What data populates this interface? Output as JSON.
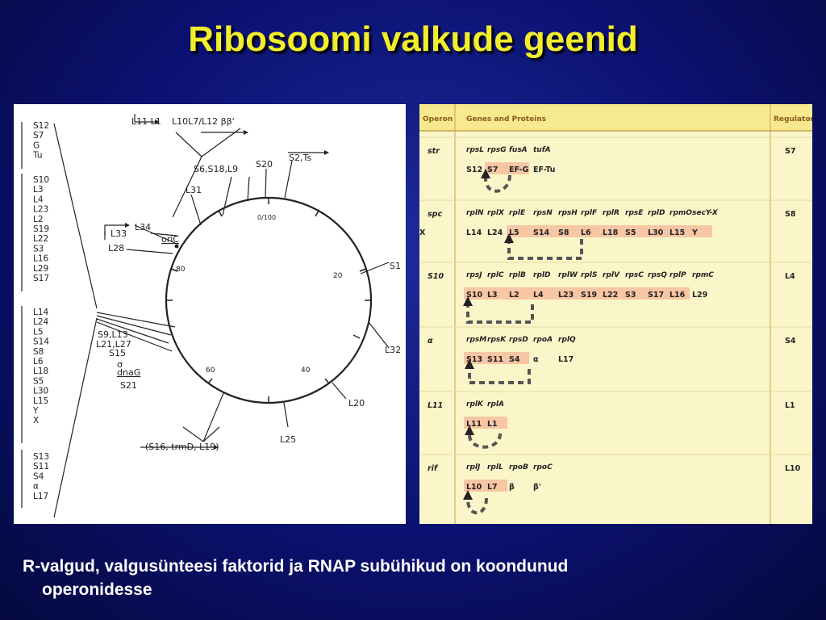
{
  "title": "Ribosoomi valkude geenid",
  "map": {
    "left_groups": [
      [
        "S12",
        "S7",
        "G",
        "Tu"
      ],
      [
        "S10",
        "L3",
        "L4",
        "L23",
        "L2",
        "S19",
        "L22",
        "S3",
        "L16",
        "L29",
        "S17"
      ],
      [
        "L14",
        "L24",
        "L5",
        "S14",
        "S8",
        "L6",
        "L18",
        "S5",
        "L30",
        "L15",
        "Y",
        "X"
      ],
      [
        "S13",
        "S11",
        "S4",
        "α",
        "L17"
      ]
    ],
    "labels": {
      "l11_l1": "L11 L1",
      "l10l7": "L10L7/L12 ββ'",
      "s6s18l9": "S6,S18,L9",
      "s20": "S20",
      "s2ts": "S2,Ts",
      "l31": "L31",
      "l34": "L34",
      "l33": "L33",
      "l28": "L28",
      "oric": "oriC",
      "s1": "S1",
      "l32": "L32",
      "l20": "L20",
      "l25": "L25",
      "s16trmd": "(S16, trmD, L19)",
      "s9l13": "S9,L13",
      "l21l27": "L21,L27",
      "s15": "S15",
      "sigma": "σ",
      "dnag": "dnaG",
      "s21": "S21"
    },
    "ticks": {
      "t0": "0/100",
      "t20": "20",
      "t40": "40",
      "t60": "60",
      "t80": "80"
    }
  },
  "table": {
    "headers": {
      "operon": "Operon",
      "genes": "Genes and Proteins",
      "regulator": "Regulator"
    },
    "rows": [
      {
        "operon": "str",
        "regulator": "S7",
        "genes": [
          "rpsL",
          "rpsG",
          "fusA",
          "tufA"
        ],
        "proteins": [
          "S12",
          "S7",
          "EF-G",
          "EF-Tu"
        ]
      },
      {
        "operon": "spc",
        "regulator": "S8",
        "genes": [
          "rplN",
          "rplX",
          "rplE",
          "rpsN",
          "rpsH",
          "rplF",
          "rplR",
          "rpsE",
          "rplD",
          "rpmO",
          "secY-X"
        ],
        "proteins": [
          "L14",
          "L24",
          "L5",
          "S14",
          "S8",
          "L6",
          "L18",
          "S5",
          "L30",
          "L15",
          "Y",
          "X"
        ]
      },
      {
        "operon": "S10",
        "regulator": "L4",
        "genes": [
          "rpsJ",
          "rplC",
          "rplB",
          "rplD",
          "rplW",
          "rplS",
          "rplV",
          "rpsC",
          "rpsQ",
          "rplP",
          "rpmC"
        ],
        "proteins": [
          "S10",
          "L3",
          "L2",
          "L4",
          "L23",
          "S19",
          "L22",
          "S3",
          "S17",
          "L16",
          "L29"
        ]
      },
      {
        "operon": "α",
        "regulator": "S4",
        "genes": [
          "rpsM",
          "rpsK",
          "rpsD",
          "rpoA",
          "rplQ"
        ],
        "proteins": [
          "S13",
          "S11",
          "S4",
          "α",
          "L17"
        ]
      },
      {
        "operon": "L11",
        "regulator": "L1",
        "genes": [
          "rplK",
          "rplA"
        ],
        "proteins": [
          "L11",
          "L1"
        ]
      },
      {
        "operon": "rif",
        "regulator": "L10",
        "genes": [
          "rplJ",
          "rplL",
          "rpoB",
          "rpoC"
        ],
        "proteins": [
          "L10",
          "L7",
          "β",
          "β'"
        ]
      }
    ]
  },
  "caption": {
    "line1": "R-valgud, valgusünteesi faktorid ja RNAP subühikud on koondunud",
    "line2": "operonidesse"
  },
  "colors": {
    "title": "#f2ee2c",
    "background": "#0b1170",
    "table_bg": "#fbf6c9",
    "highlight": "#f7c6a4"
  }
}
